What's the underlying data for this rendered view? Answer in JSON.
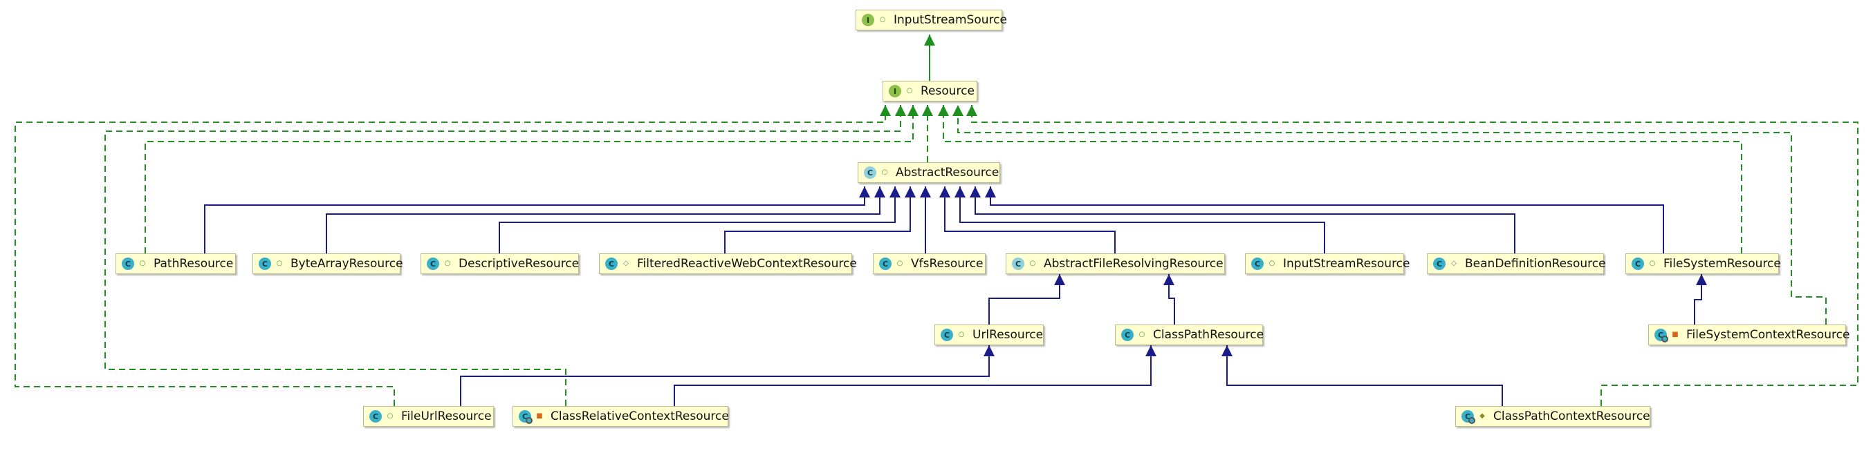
{
  "colors": {
    "implements": "#1f8f1f",
    "extends": "#1c1c88",
    "node_fill": "#ffffd0"
  },
  "nodes": {
    "input_stream_source": {
      "label": "InputStreamSource",
      "icon": "interface-icon",
      "visibility": "public"
    },
    "resource": {
      "label": "Resource",
      "icon": "interface-icon",
      "visibility": "public"
    },
    "abstract_resource": {
      "label": "AbstractResource",
      "icon": "abstract-class-icon",
      "visibility": "public"
    },
    "path_resource": {
      "label": "PathResource",
      "icon": "class-icon",
      "visibility": "public"
    },
    "byte_array_resource": {
      "label": "ByteArrayResource",
      "icon": "class-icon",
      "visibility": "public"
    },
    "descriptive_resource": {
      "label": "DescriptiveResource",
      "icon": "class-icon",
      "visibility": "public"
    },
    "filtered_reactive_web_context_resource": {
      "label": "FilteredReactiveWebContextResource",
      "icon": "class-icon",
      "visibility": "package"
    },
    "vfs_resource": {
      "label": "VfsResource",
      "icon": "class-icon",
      "visibility": "public"
    },
    "abstract_file_resolving_resource": {
      "label": "AbstractFileResolvingResource",
      "icon": "abstract-class-icon",
      "visibility": "public"
    },
    "input_stream_resource": {
      "label": "InputStreamResource",
      "icon": "class-icon",
      "visibility": "public"
    },
    "bean_definition_resource": {
      "label": "BeanDefinitionResource",
      "icon": "class-icon",
      "visibility": "package"
    },
    "file_system_resource": {
      "label": "FileSystemResource",
      "icon": "class-icon",
      "visibility": "public"
    },
    "url_resource": {
      "label": "UrlResource",
      "icon": "class-icon",
      "visibility": "public"
    },
    "class_path_resource": {
      "label": "ClassPathResource",
      "icon": "class-icon",
      "visibility": "public"
    },
    "file_system_context_resource": {
      "label": "FileSystemContextResource",
      "icon": "inner-class-icon",
      "visibility": "private"
    },
    "file_url_resource": {
      "label": "FileUrlResource",
      "icon": "class-icon",
      "visibility": "public"
    },
    "class_relative_context_resource": {
      "label": "ClassRelativeContextResource",
      "icon": "inner-class-icon",
      "visibility": "private"
    },
    "class_path_context_resource": {
      "label": "ClassPathContextResource",
      "icon": "inner-class-icon",
      "visibility": "protected"
    }
  }
}
